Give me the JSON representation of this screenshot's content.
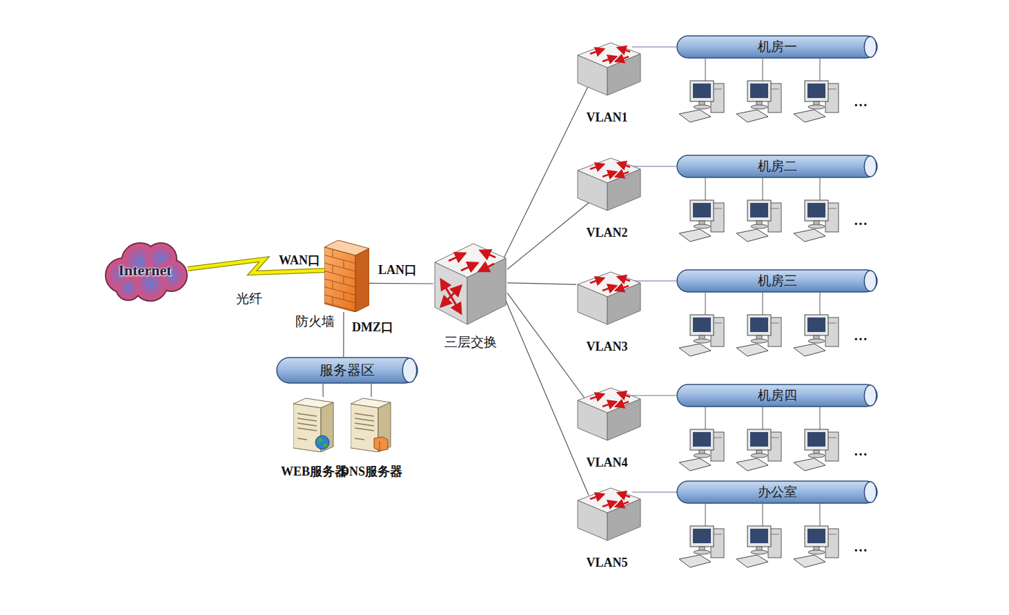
{
  "diagram": {
    "nodes": [
      {
        "text": [
          "Internet"
        ]
      },
      {
        "text": [
          "防火墙"
        ]
      },
      {
        "text": [
          "三层交换"
        ]
      },
      {
        "text": [
          "服务器区"
        ]
      },
      {
        "text": [
          "WEB服务器"
        ]
      },
      {
        "text": [
          "DNS服务器"
        ]
      },
      {
        "text": [
          "VLAN1"
        ]
      },
      {
        "text": [
          "VLAN2"
        ]
      },
      {
        "text": [
          "VLAN3"
        ]
      },
      {
        "text": [
          "VLAN4"
        ]
      },
      {
        "text": [
          "VLAN5"
        ]
      },
      {
        "text": [
          "机房一"
        ]
      },
      {
        "text": [
          "机房二"
        ]
      },
      {
        "text": [
          "机房三"
        ]
      },
      {
        "text": [
          "机房四"
        ]
      },
      {
        "text": [
          "办公室"
        ]
      }
    ],
    "edges": [
      {
        "from": 0,
        "to": 1,
        "arrow": "none",
        "label": "光纤"
      },
      {
        "from": 1,
        "to": 2,
        "arrow": "none"
      },
      {
        "from": 1,
        "to": 3,
        "arrow": "none"
      },
      {
        "from": 3,
        "to": 4,
        "arrow": "none"
      },
      {
        "from": 3,
        "to": 5,
        "arrow": "none"
      },
      {
        "from": 2,
        "to": 6,
        "arrow": "none"
      },
      {
        "from": 2,
        "to": 7,
        "arrow": "none"
      },
      {
        "from": 2,
        "to": 8,
        "arrow": "none"
      },
      {
        "from": 2,
        "to": 9,
        "arrow": "none"
      },
      {
        "from": 2,
        "to": 10,
        "arrow": "none"
      },
      {
        "from": 6,
        "to": 11,
        "arrow": "none"
      },
      {
        "from": 7,
        "to": 12,
        "arrow": "none"
      },
      {
        "from": 8,
        "to": 13,
        "arrow": "none"
      },
      {
        "from": 9,
        "to": 14,
        "arrow": "none"
      },
      {
        "from": 10,
        "to": 15,
        "arrow": "none"
      }
    ],
    "labels": [
      "WAN口",
      "LAN口",
      "DMZ口",
      "…",
      "…",
      "…",
      "…",
      "…"
    ]
  }
}
